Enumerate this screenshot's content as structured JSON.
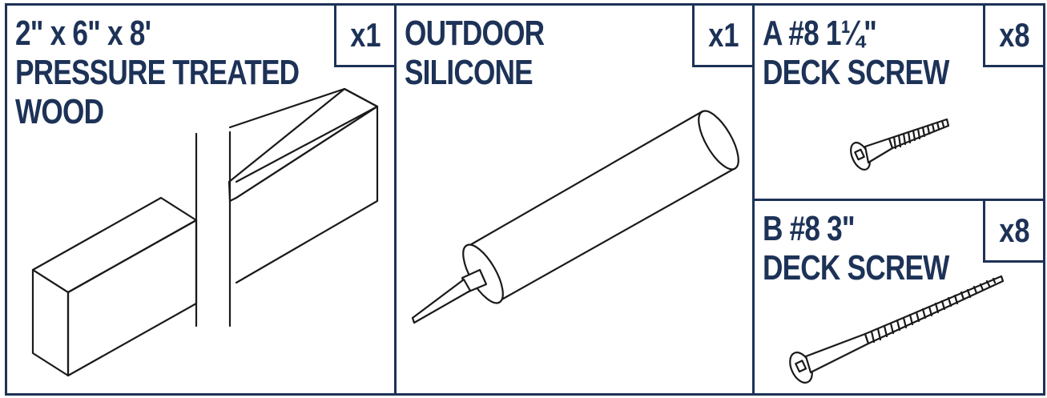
{
  "colors": {
    "accent": "#1d3257",
    "line_art": "#1a1a1a",
    "background": "#ffffff"
  },
  "items": {
    "wood": {
      "title_lines": [
        "2\" x 6\" x 8'",
        "PRESSURE TREATED",
        "WOOD"
      ],
      "qty": "x1",
      "illustration": "lumber-board-icon"
    },
    "silicone": {
      "title_lines": [
        "OUTDOOR",
        "SILICONE"
      ],
      "qty": "x1",
      "illustration": "caulk-tube-icon"
    },
    "screw_a": {
      "title_lines": [
        "A #8 1¼\"",
        "DECK SCREW"
      ],
      "qty": "x8",
      "illustration": "short-deck-screw-icon"
    },
    "screw_b": {
      "title_lines": [
        "B #8 3\"",
        "DECK SCREW"
      ],
      "qty": "x8",
      "illustration": "long-deck-screw-icon"
    }
  }
}
